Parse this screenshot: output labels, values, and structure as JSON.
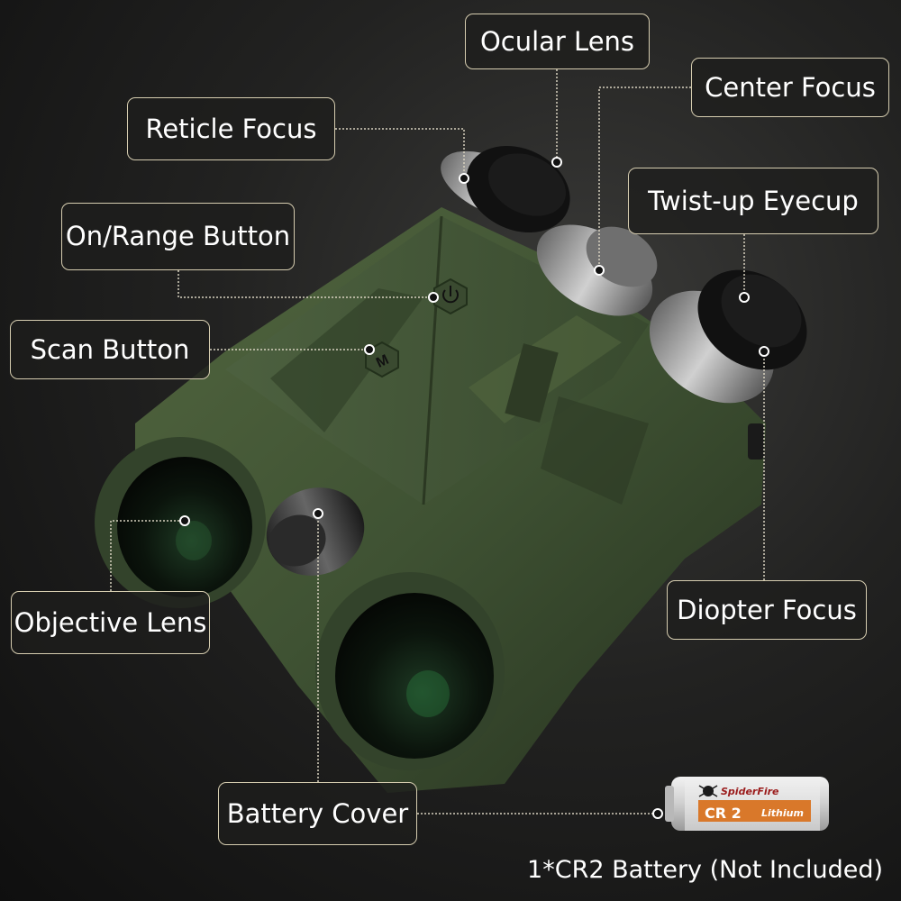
{
  "callouts": {
    "ocular_lens": "Ocular Lens",
    "center_focus": "Center Focus",
    "reticle_focus": "Reticle Focus",
    "twist_up_eyecup": "Twist-up Eyecup",
    "on_range_button": "On/Range Button",
    "scan_button": "Scan Button",
    "objective_lens": "Objective Lens",
    "diopter_focus": "Diopter Focus",
    "battery_cover": "Battery Cover"
  },
  "footnote": "1*CR2 Battery (Not Included)",
  "battery_label": {
    "brand": "SpiderFire",
    "model": "CR 2",
    "chemistry": "Lithium"
  },
  "colors": {
    "body_green": "#3f5233",
    "label_border": "#d6cdb0",
    "leader_line": "#d8d2c0"
  },
  "button_icons": {
    "power": "power-icon",
    "mode": "M"
  }
}
